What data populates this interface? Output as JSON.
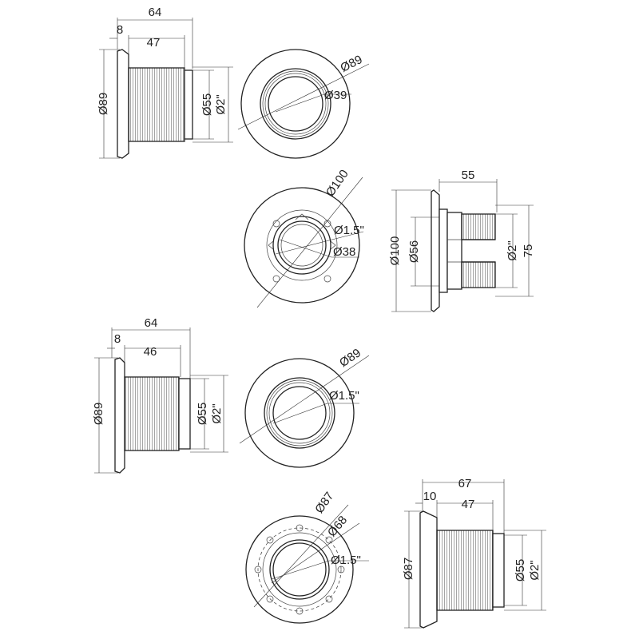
{
  "colors": {
    "line": "#222222",
    "background": "#ffffff"
  },
  "drawings": [
    {
      "id": "fitting-1",
      "side_view": {
        "overall_length": "64",
        "flange_thickness": "8",
        "thread_length": "47",
        "flange_dia": "Ø89",
        "body_dia": "Ø55",
        "thread_size": "Ø2\""
      },
      "front_view": {
        "outer_dia": "Ø89",
        "inner_dia": "Ø39"
      }
    },
    {
      "id": "fitting-2",
      "front_view": {
        "outer_dia": "Ø100",
        "thread_size": "Ø1.5\"",
        "inner_dia": "Ø38"
      },
      "side_view": {
        "length": "55",
        "flange_dia": "Ø100",
        "body_dia": "Ø56",
        "thread_size": "Ø2\"",
        "outer_dia": "75"
      }
    },
    {
      "id": "fitting-3",
      "side_view": {
        "overall_length": "64",
        "flange_thickness": "8",
        "thread_length": "46",
        "flange_dia": "Ø89",
        "body_dia": "Ø55",
        "thread_size": "Ø2\""
      },
      "front_view": {
        "outer_dia": "Ø89",
        "thread_size": "Ø1.5\""
      }
    },
    {
      "id": "fitting-4",
      "front_view": {
        "outer_dia": "Ø87",
        "bolt_circle": "Ø68",
        "thread_size": "Ø1.5\""
      },
      "side_view": {
        "overall_length": "67",
        "flange_thickness": "10",
        "thread_length": "47",
        "flange_dia": "Ø87",
        "body_dia": "Ø55",
        "thread_size": "Ø2\""
      }
    }
  ]
}
